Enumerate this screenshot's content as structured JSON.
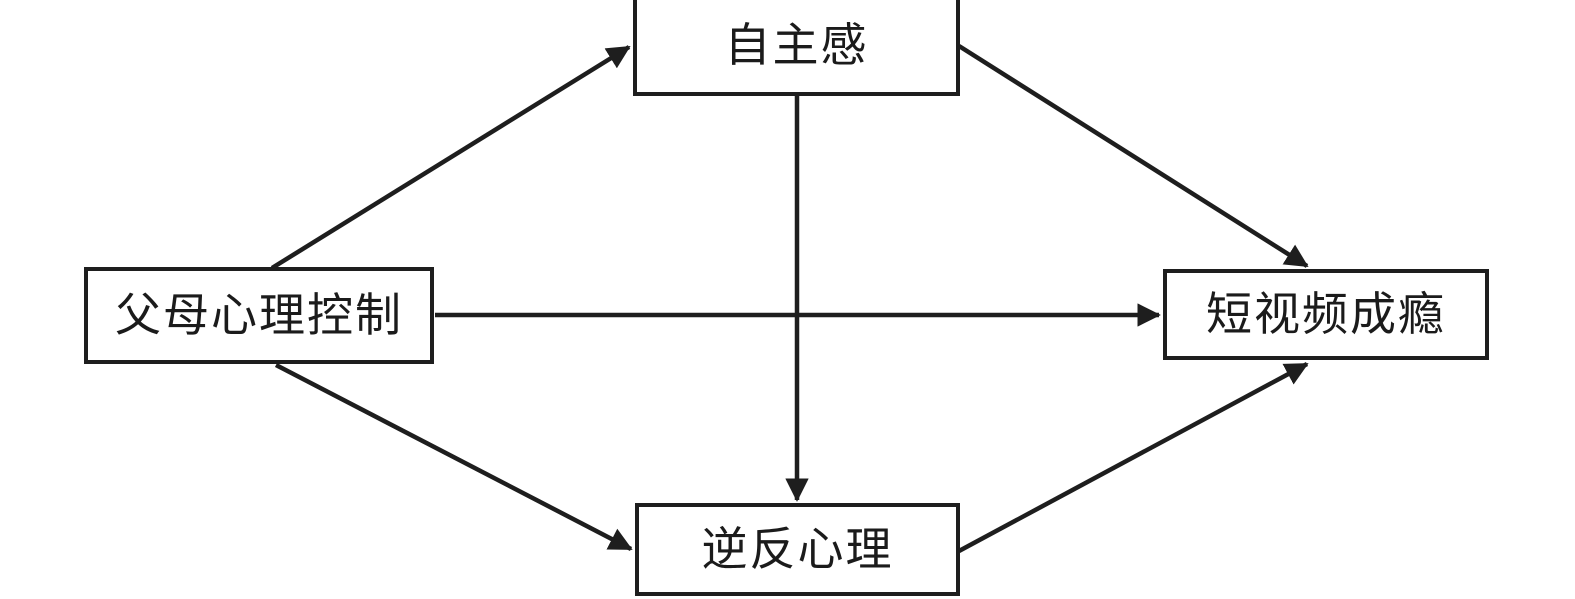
{
  "diagram": {
    "type": "path-model",
    "title": "",
    "language": "zh",
    "colors": {
      "stroke": "#1e1e1e",
      "background": "#ffffff",
      "text": "#1b1b1b"
    },
    "nodes": [
      {
        "id": "parental_control",
        "label": "父母心理控制",
        "role": "independent-variable"
      },
      {
        "id": "autonomy",
        "label": "自主感",
        "role": "mediator"
      },
      {
        "id": "reactance",
        "label": "逆反心理",
        "role": "mediator"
      },
      {
        "id": "addiction",
        "label": "短视频成瘾",
        "role": "dependent-variable"
      }
    ],
    "edges": [
      {
        "id": "e1",
        "from": "parental_control",
        "to": "autonomy",
        "style": "solid",
        "arrow": "single"
      },
      {
        "id": "e2",
        "from": "parental_control",
        "to": "reactance",
        "style": "solid",
        "arrow": "single"
      },
      {
        "id": "e3",
        "from": "parental_control",
        "to": "addiction",
        "style": "solid",
        "arrow": "single"
      },
      {
        "id": "e4",
        "from": "autonomy",
        "to": "addiction",
        "style": "solid",
        "arrow": "single"
      },
      {
        "id": "e5",
        "from": "reactance",
        "to": "addiction",
        "style": "solid",
        "arrow": "single"
      },
      {
        "id": "e6",
        "from": "autonomy",
        "to": "reactance",
        "style": "solid",
        "arrow": "single"
      }
    ]
  }
}
